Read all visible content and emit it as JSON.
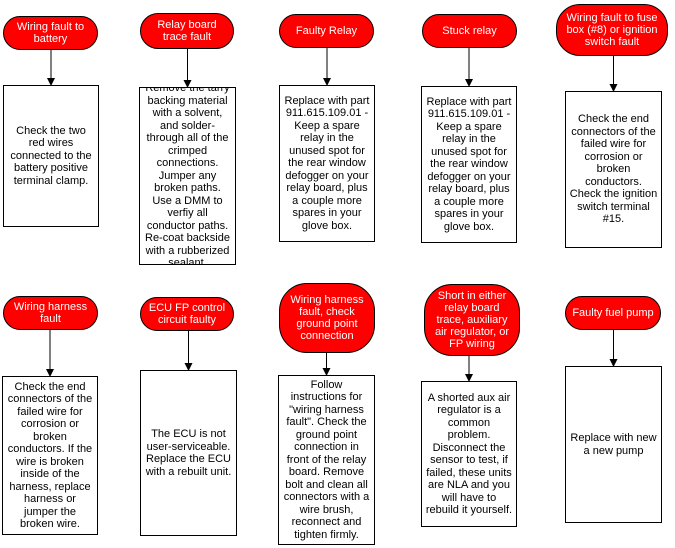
{
  "nodes": [
    {
      "cause": "Wiring fault to battery",
      "fix": "Check the two red wires connected to the battery positive terminal clamp."
    },
    {
      "cause": "Relay board trace fault",
      "fix": "Remove the tarry backing material with a solvent, and solder-through all of the crimped connections. Jumper any broken paths. Use a DMM to verfiy all conductor paths. Re-coat backside with a rubberized sealant."
    },
    {
      "cause": "Faulty Relay",
      "fix": "Replace with part 911.615.109.01 - Keep a spare relay in the unused spot for the rear window defogger on your relay board, plus a couple more spares in your glove box."
    },
    {
      "cause": "Stuck relay",
      "fix": "Replace with part 911.615.109.01 - Keep a spare relay in the unused spot for the rear window defogger on your relay board, plus a couple more spares in your glove box."
    },
    {
      "cause": "Wiring fault to fuse box (#8) or ignition switch fault",
      "fix": "Check the end connectors of the failed wire for corrosion or broken conductors. Check the ignition switch terminal #15."
    },
    {
      "cause": "Wiring harness fault",
      "fix": "Check the end connectors of the failed wire for corrosion or broken conductors. If the wire is broken inside of the harness, replace harness or jumper the broken wire."
    },
    {
      "cause": "ECU FP control circuit faulty",
      "fix": "The ECU is not user-serviceable. Replace the ECU with a rebuilt unit."
    },
    {
      "cause": "Wiring harness fault, check ground point connection",
      "fix": "Follow instructions for \"wiring harness fault\".  Check the ground point connection in front of the relay board. Remove bolt and clean all connectors with a wire brush, reconnect and tighten firmly."
    },
    {
      "cause": "Short in either relay board trace, auxiliary air regulator, or FP wiring",
      "fix": "A shorted aux air regulator is a common problem. Disconnect the sensor to test, if failed, these units are NLA and you will have to rebuild it yourself."
    },
    {
      "cause": "Faulty fuel pump",
      "fix": "Replace with new a new pump"
    }
  ],
  "colors": {
    "cause_fill": "#ff0000",
    "cause_text": "#ffffff",
    "line": "#000000"
  }
}
